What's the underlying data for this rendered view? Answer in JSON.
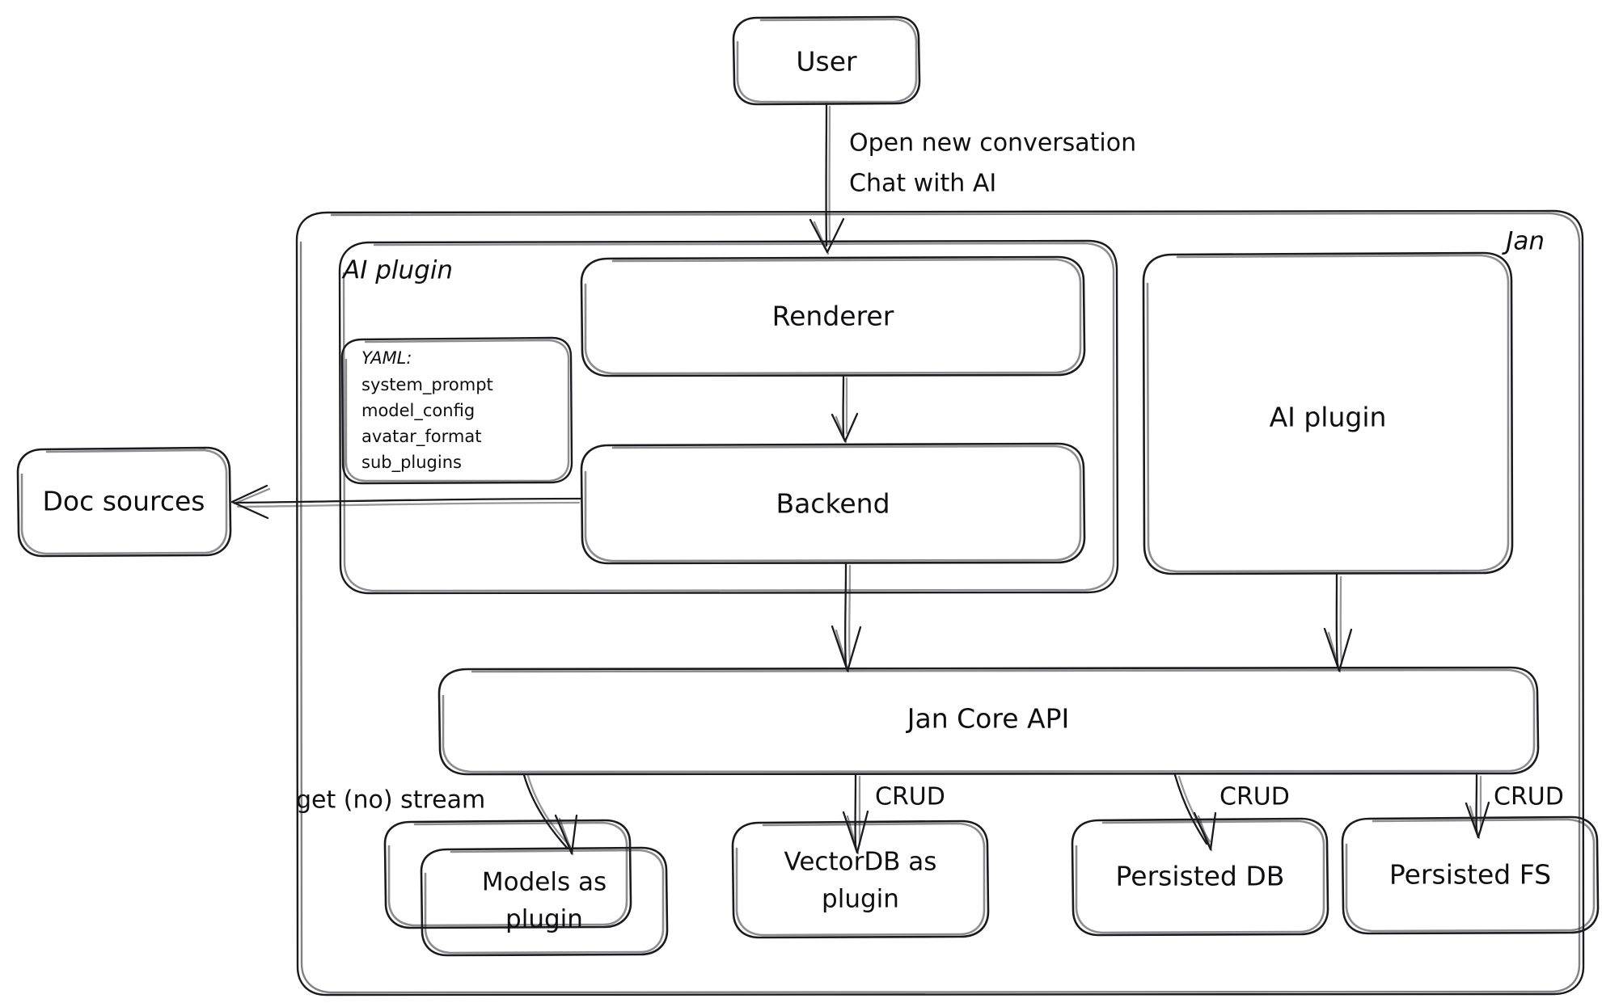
{
  "diagram": {
    "title": "Jan architecture diagram",
    "style": "hand-drawn",
    "stroke_color": "#1b1b1f",
    "background_color": "#ffffff",
    "nodes": {
      "user": {
        "label": "User"
      },
      "jan_container": {
        "label": "Jan"
      },
      "ai_plugin_container": {
        "label": "AI plugin"
      },
      "renderer": {
        "label": "Renderer"
      },
      "backend": {
        "label": "Backend"
      },
      "ai_plugin_right": {
        "label": "AI plugin"
      },
      "doc_sources": {
        "label": "Doc sources"
      },
      "jan_core_api": {
        "label": "Jan Core API"
      },
      "models_plugin": {
        "label_line1": "Models as",
        "label_line2": "plugin"
      },
      "vectordb_plugin": {
        "label_line1": "VectorDB as",
        "label_line2": "plugin"
      },
      "persisted_db": {
        "label": "Persisted DB"
      },
      "persisted_fs": {
        "label": "Persisted FS"
      }
    },
    "yaml_note": {
      "heading": "YAML:",
      "items": [
        "system_prompt",
        "model_config",
        "avatar_format",
        "sub_plugins"
      ]
    },
    "edge_labels": {
      "user_to_renderer_line1": "Open new conversation",
      "user_to_renderer_line2": "Chat with AI",
      "api_to_models": "get (no) stream",
      "api_to_vectordb": "CRUD",
      "api_to_persisted_db": "CRUD",
      "api_to_persisted_fs": "CRUD"
    }
  }
}
